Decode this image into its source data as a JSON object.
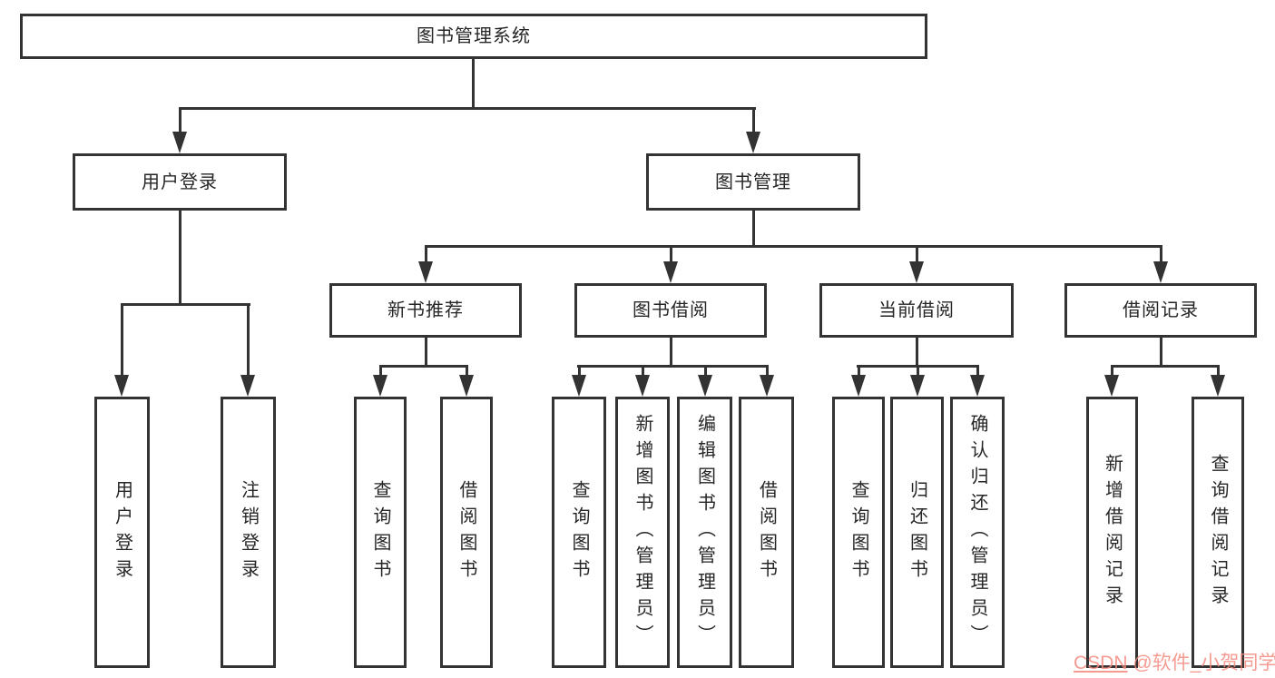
{
  "tree": {
    "root": {
      "label": "图书管理系统"
    },
    "branches": [
      {
        "label": "用户登录",
        "children": [
          {
            "label": "用户登录"
          },
          {
            "label": "注销登录"
          }
        ]
      },
      {
        "label": "图书管理",
        "children": [
          {
            "label": "新书推荐",
            "children": [
              {
                "label": "查询图书"
              },
              {
                "label": "借阅图书"
              }
            ]
          },
          {
            "label": "图书借阅",
            "children": [
              {
                "label": "查询图书"
              },
              {
                "label": "新增图书（管理员）"
              },
              {
                "label": "编辑图书（管理员）"
              },
              {
                "label": "借阅图书"
              }
            ]
          },
          {
            "label": "当前借阅",
            "children": [
              {
                "label": "查询图书"
              },
              {
                "label": "归还图书"
              },
              {
                "label": "确认归还（管理员）"
              }
            ]
          },
          {
            "label": "借阅记录",
            "children": [
              {
                "label": "新增借阅记录"
              },
              {
                "label": "查询借阅记录"
              }
            ]
          }
        ]
      }
    ]
  },
  "watermark": {
    "brand": "CSDN",
    "user": " @软件_小贺同学"
  },
  "colors": {
    "line": "#333333",
    "node_border": "#333333",
    "background": "#ffffff",
    "watermark": "#f48a7f"
  }
}
